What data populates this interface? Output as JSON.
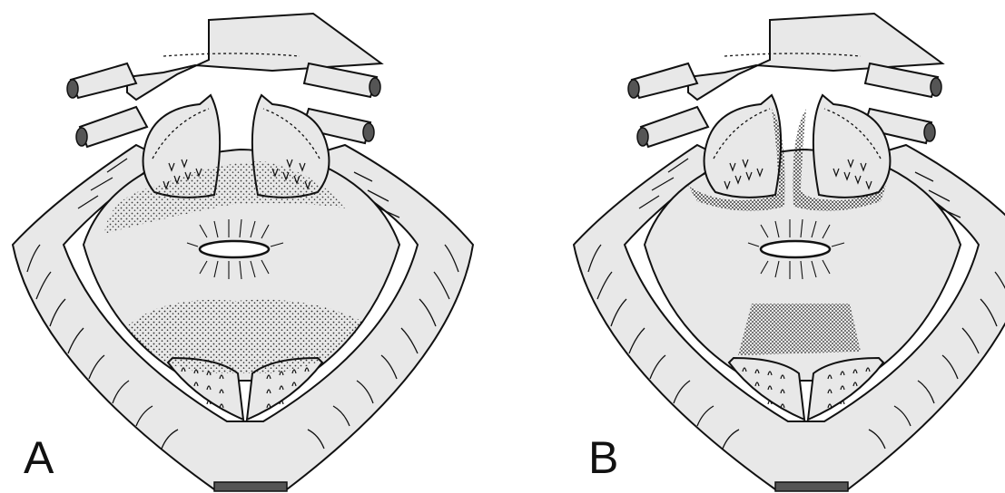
{
  "figure": {
    "panels": [
      {
        "label": "A",
        "stipple": "broad-bands"
      },
      {
        "label": "B",
        "stipple": "lobe-margins-and-lower-patch"
      }
    ],
    "colors": {
      "fill": "#e8e8e8",
      "ink": "#111111",
      "stipple": "#222222"
    }
  }
}
